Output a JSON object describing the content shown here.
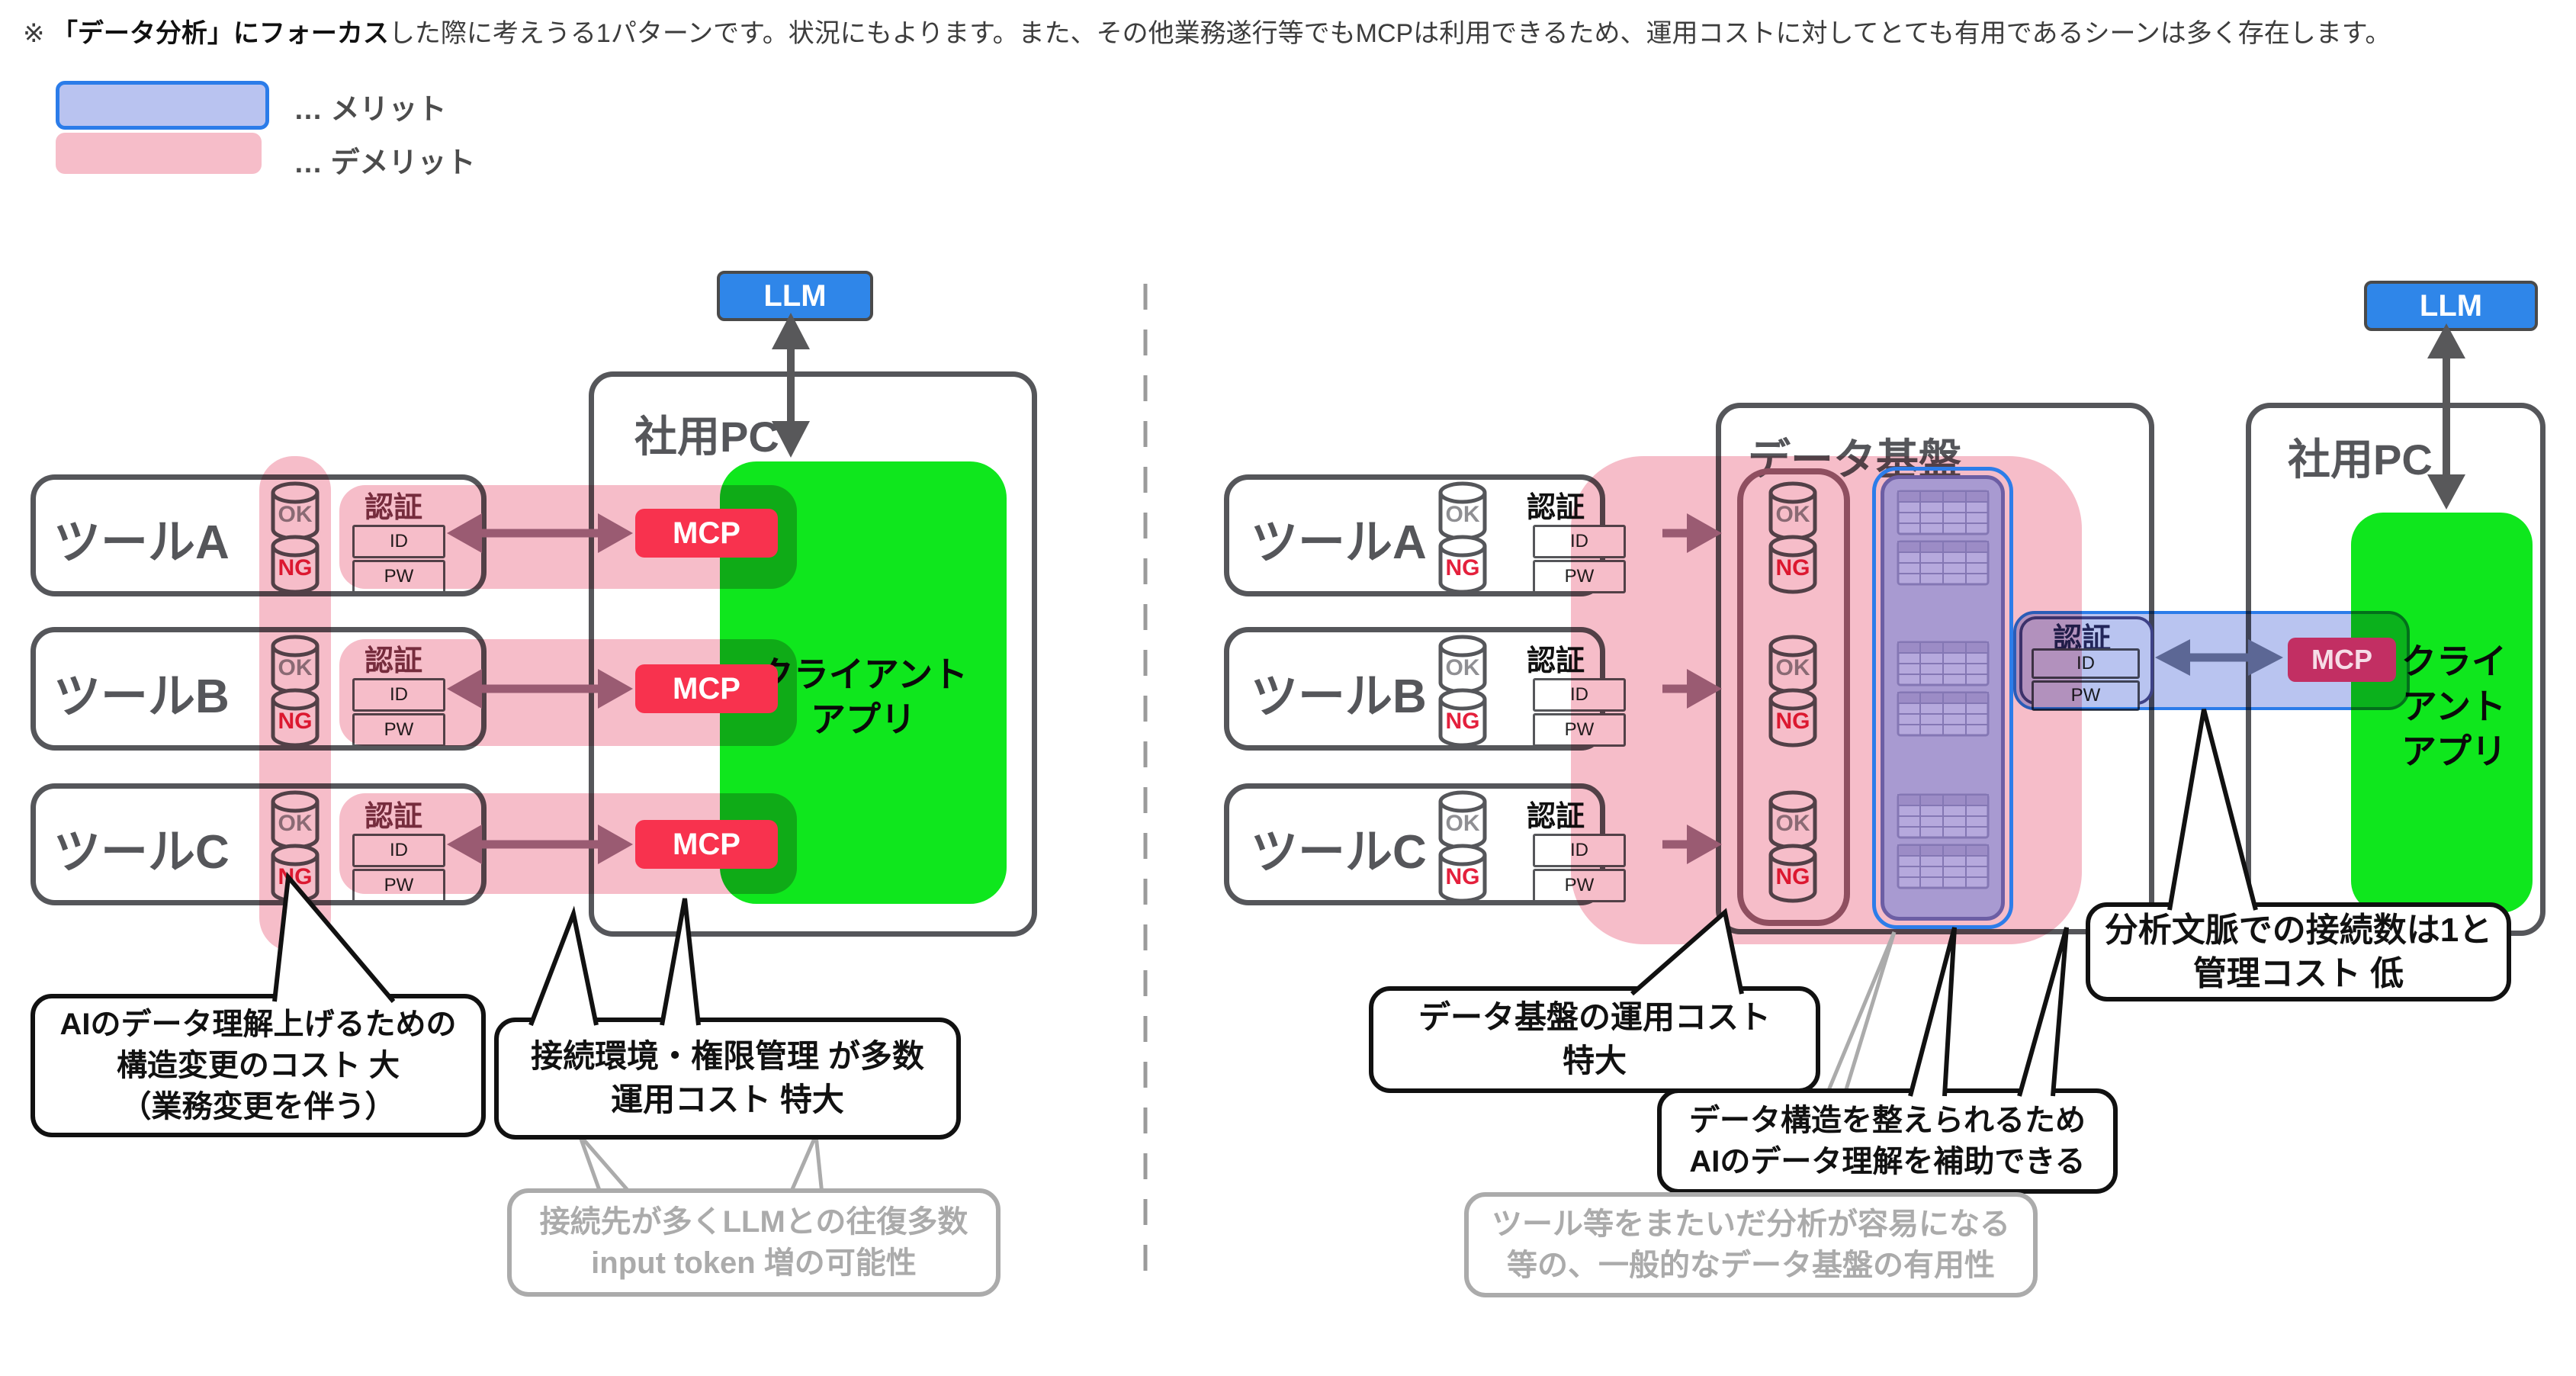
{
  "note": {
    "marker": "※ ",
    "bold": "「データ分析」にフォーカス",
    "rest": "した際に考えうる1パターンです。状況にもよります。また、その他業務遂行等でもMCPは利用できるため、運用コストに対してとても有用であるシーンは多く存在します。"
  },
  "legend": {
    "merit_label": "… メリット",
    "demerit_label": "… デメリット",
    "merit_color": "#b9c3f0",
    "merit_border": "#2b7ce9",
    "demerit_color": "#f6bdc9"
  },
  "labels": {
    "llm": "LLM",
    "company_pc": "社用PC",
    "data_platform": "データ基盤",
    "auth": "認証",
    "id": "ID",
    "pw": "PW",
    "ok": "OK",
    "ng": "NG",
    "mcp": "MCP"
  },
  "client_app": {
    "left_lines": [
      "クライアント",
      "アプリ"
    ],
    "right_lines": [
      "クライ",
      "アント",
      "アプリ"
    ]
  },
  "left": {
    "tools": [
      "ツールA",
      "ツールB",
      "ツールC"
    ],
    "callouts": {
      "structure_cost": {
        "lines": [
          "AIのデータ理解上げるための",
          "構造変更のコスト 大",
          "（業務変更を伴う）"
        ]
      },
      "ops_cost": {
        "lines": [
          "接続環境・権限管理 が多数",
          "運用コスト 特大"
        ]
      },
      "token_note": {
        "lines": [
          "接続先が多くLLMとの往復多数",
          "input token 増の可能性"
        ]
      }
    }
  },
  "right": {
    "tools": [
      "ツールA",
      "ツールB",
      "ツールC"
    ],
    "callouts": {
      "platform_cost": {
        "lines": [
          "データ基盤の運用コスト",
          "特大"
        ]
      },
      "data_structure": {
        "lines": [
          "データ構造を整えられるため",
          "AIのデータ理解を補助できる"
        ]
      },
      "platform_value": {
        "lines": [
          "ツール等をまたいだ分析が容易になる",
          "等の、一般的なデータ基盤の有用性"
        ]
      },
      "connection": {
        "lines": [
          "分析文脈での接続数は1と",
          "管理コスト 低"
        ]
      }
    }
  },
  "colors": {
    "llm_blue": "#2f86e9",
    "client_green": "#0fe71d",
    "mcp_red": "#f8324e",
    "mcp_magenta": "#c22f63",
    "band_pink": "#f6bdc9",
    "band_blue": "#b9c4f0",
    "purple_fill": "#a89ad1"
  }
}
